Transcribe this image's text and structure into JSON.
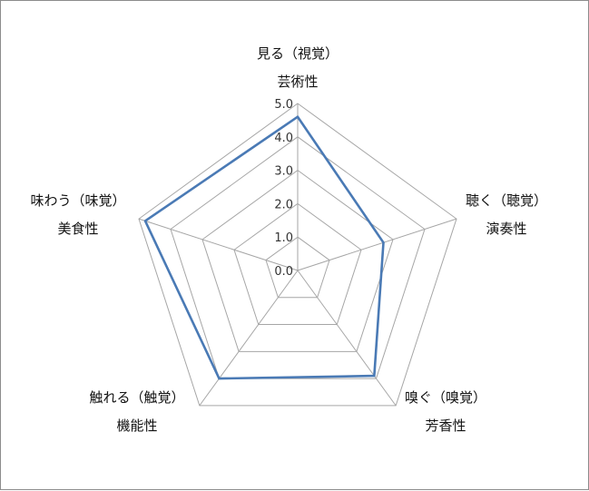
{
  "chart_data": {
    "type": "radar",
    "categories": [
      {
        "line1": "見る（視覚）",
        "line2": "芸術性"
      },
      {
        "line1": "聴く（聴覚）",
        "line2": "演奏性"
      },
      {
        "line1": "嗅ぐ（嗅覚）",
        "line2": "芳香性"
      },
      {
        "line1": "触れる（触覚）",
        "line2": "機能性"
      },
      {
        "line1": "味わう（味覚）",
        "line2": "美食性"
      }
    ],
    "series": [
      {
        "values": [
          4.6,
          2.7,
          3.9,
          4.0,
          4.8
        ]
      }
    ],
    "range": [
      0,
      5
    ],
    "ticks": [
      "0.0",
      "1.0",
      "2.0",
      "3.0",
      "4.0",
      "5.0"
    ],
    "grid": true,
    "legend": "none",
    "colors": {
      "series": "#4a7ab5",
      "grid": "#a6a6a6"
    }
  }
}
